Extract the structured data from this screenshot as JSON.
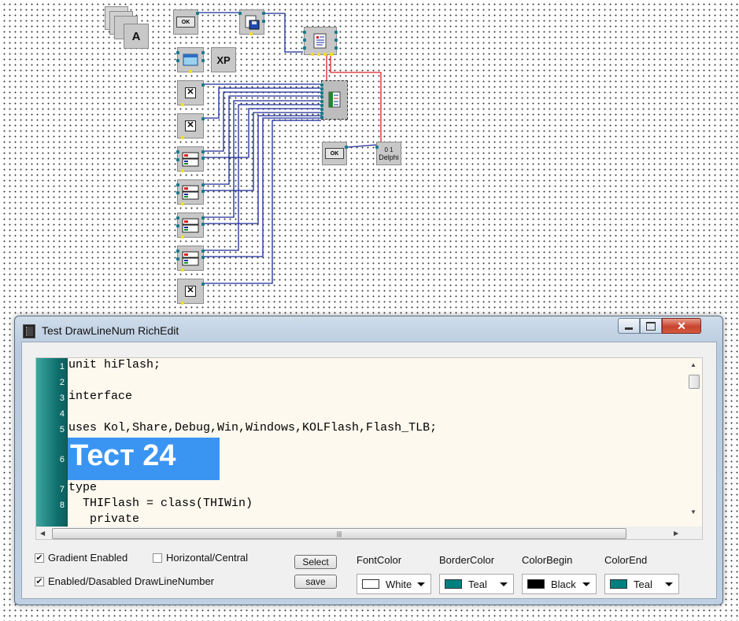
{
  "window": {
    "title": "Test DrawLineNum RichEdit"
  },
  "editor": {
    "line_numbers": [
      "1",
      "2",
      "3",
      "4",
      "5",
      "6",
      "7",
      "8"
    ],
    "lines": [
      "unit hiFlash;",
      "",
      "interface",
      "",
      "uses Kol,Share,Debug,Win,Windows,KOLFlash,Flash_TLB;",
      "Тест 24",
      "type",
      "  THIFlash = class(THIWin)",
      "   private"
    ],
    "highlight_color": "#3a95f2",
    "gutter_color": "#0f6e6c"
  },
  "controls": {
    "gradient_enabled": {
      "label": "Gradient Enabled",
      "checked": true
    },
    "horizontal_central": {
      "label": "Horizontal/Central",
      "checked": false
    },
    "draw_line_number": {
      "label": "Enabled/Dasabled DrawLineNumber",
      "checked": true
    },
    "select_button": "Select",
    "save_button": "save",
    "font_color": {
      "label": "FontColor",
      "value": "White",
      "swatch": "#ffffff"
    },
    "border_color": {
      "label": "BorderColor",
      "value": "Teal",
      "swatch": "#008080"
    },
    "color_begin": {
      "label": "ColorBegin",
      "value": "Black",
      "swatch": "#000000"
    },
    "color_end": {
      "label": "ColorEnd",
      "value": "Teal",
      "swatch": "#008080"
    }
  },
  "schema": {
    "ok_button_text": "OK",
    "delphi_text": "Delphi",
    "delphi_counter": "0 1",
    "xp_text": "XP",
    "label_letter": "A",
    "wire_blue": "#1b2a9a",
    "wire_red": "#e02020",
    "component_icons": [
      "label-icon",
      "ok-button-icon",
      "save-dialog-icon",
      "rich-edit-icon",
      "form-icon",
      "xp-manifest-icon",
      "checkbox-icon",
      "checkbox-icon",
      "color-combo-icon",
      "color-combo-icon",
      "color-combo-icon",
      "color-combo-icon",
      "checkbox-icon",
      "draw-line-num-icon",
      "ok-button-icon",
      "delphi-icon"
    ]
  }
}
